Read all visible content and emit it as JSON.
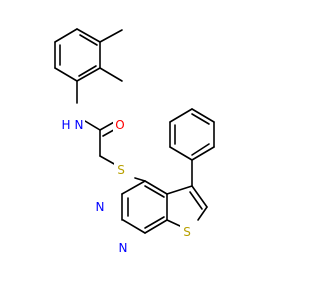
{
  "molecule": {
    "atoms": {
      "nitrogen_amide": {
        "symbol": "N",
        "color": "#0000ff"
      },
      "hydrogen_amide": {
        "symbol": "H",
        "color": "#0000ff"
      },
      "oxygen_carbonyl": {
        "symbol": "O",
        "color": "#ff0000"
      },
      "sulfur_thioether": {
        "symbol": "S",
        "color": "#b8a000"
      },
      "nitrogen_pyrimidine_upper": {
        "symbol": "N",
        "color": "#0000ff"
      },
      "nitrogen_pyrimidine_lower": {
        "symbol": "N",
        "color": "#0000ff"
      },
      "sulfur_thiophene": {
        "symbol": "S",
        "color": "#b8a000"
      }
    }
  }
}
